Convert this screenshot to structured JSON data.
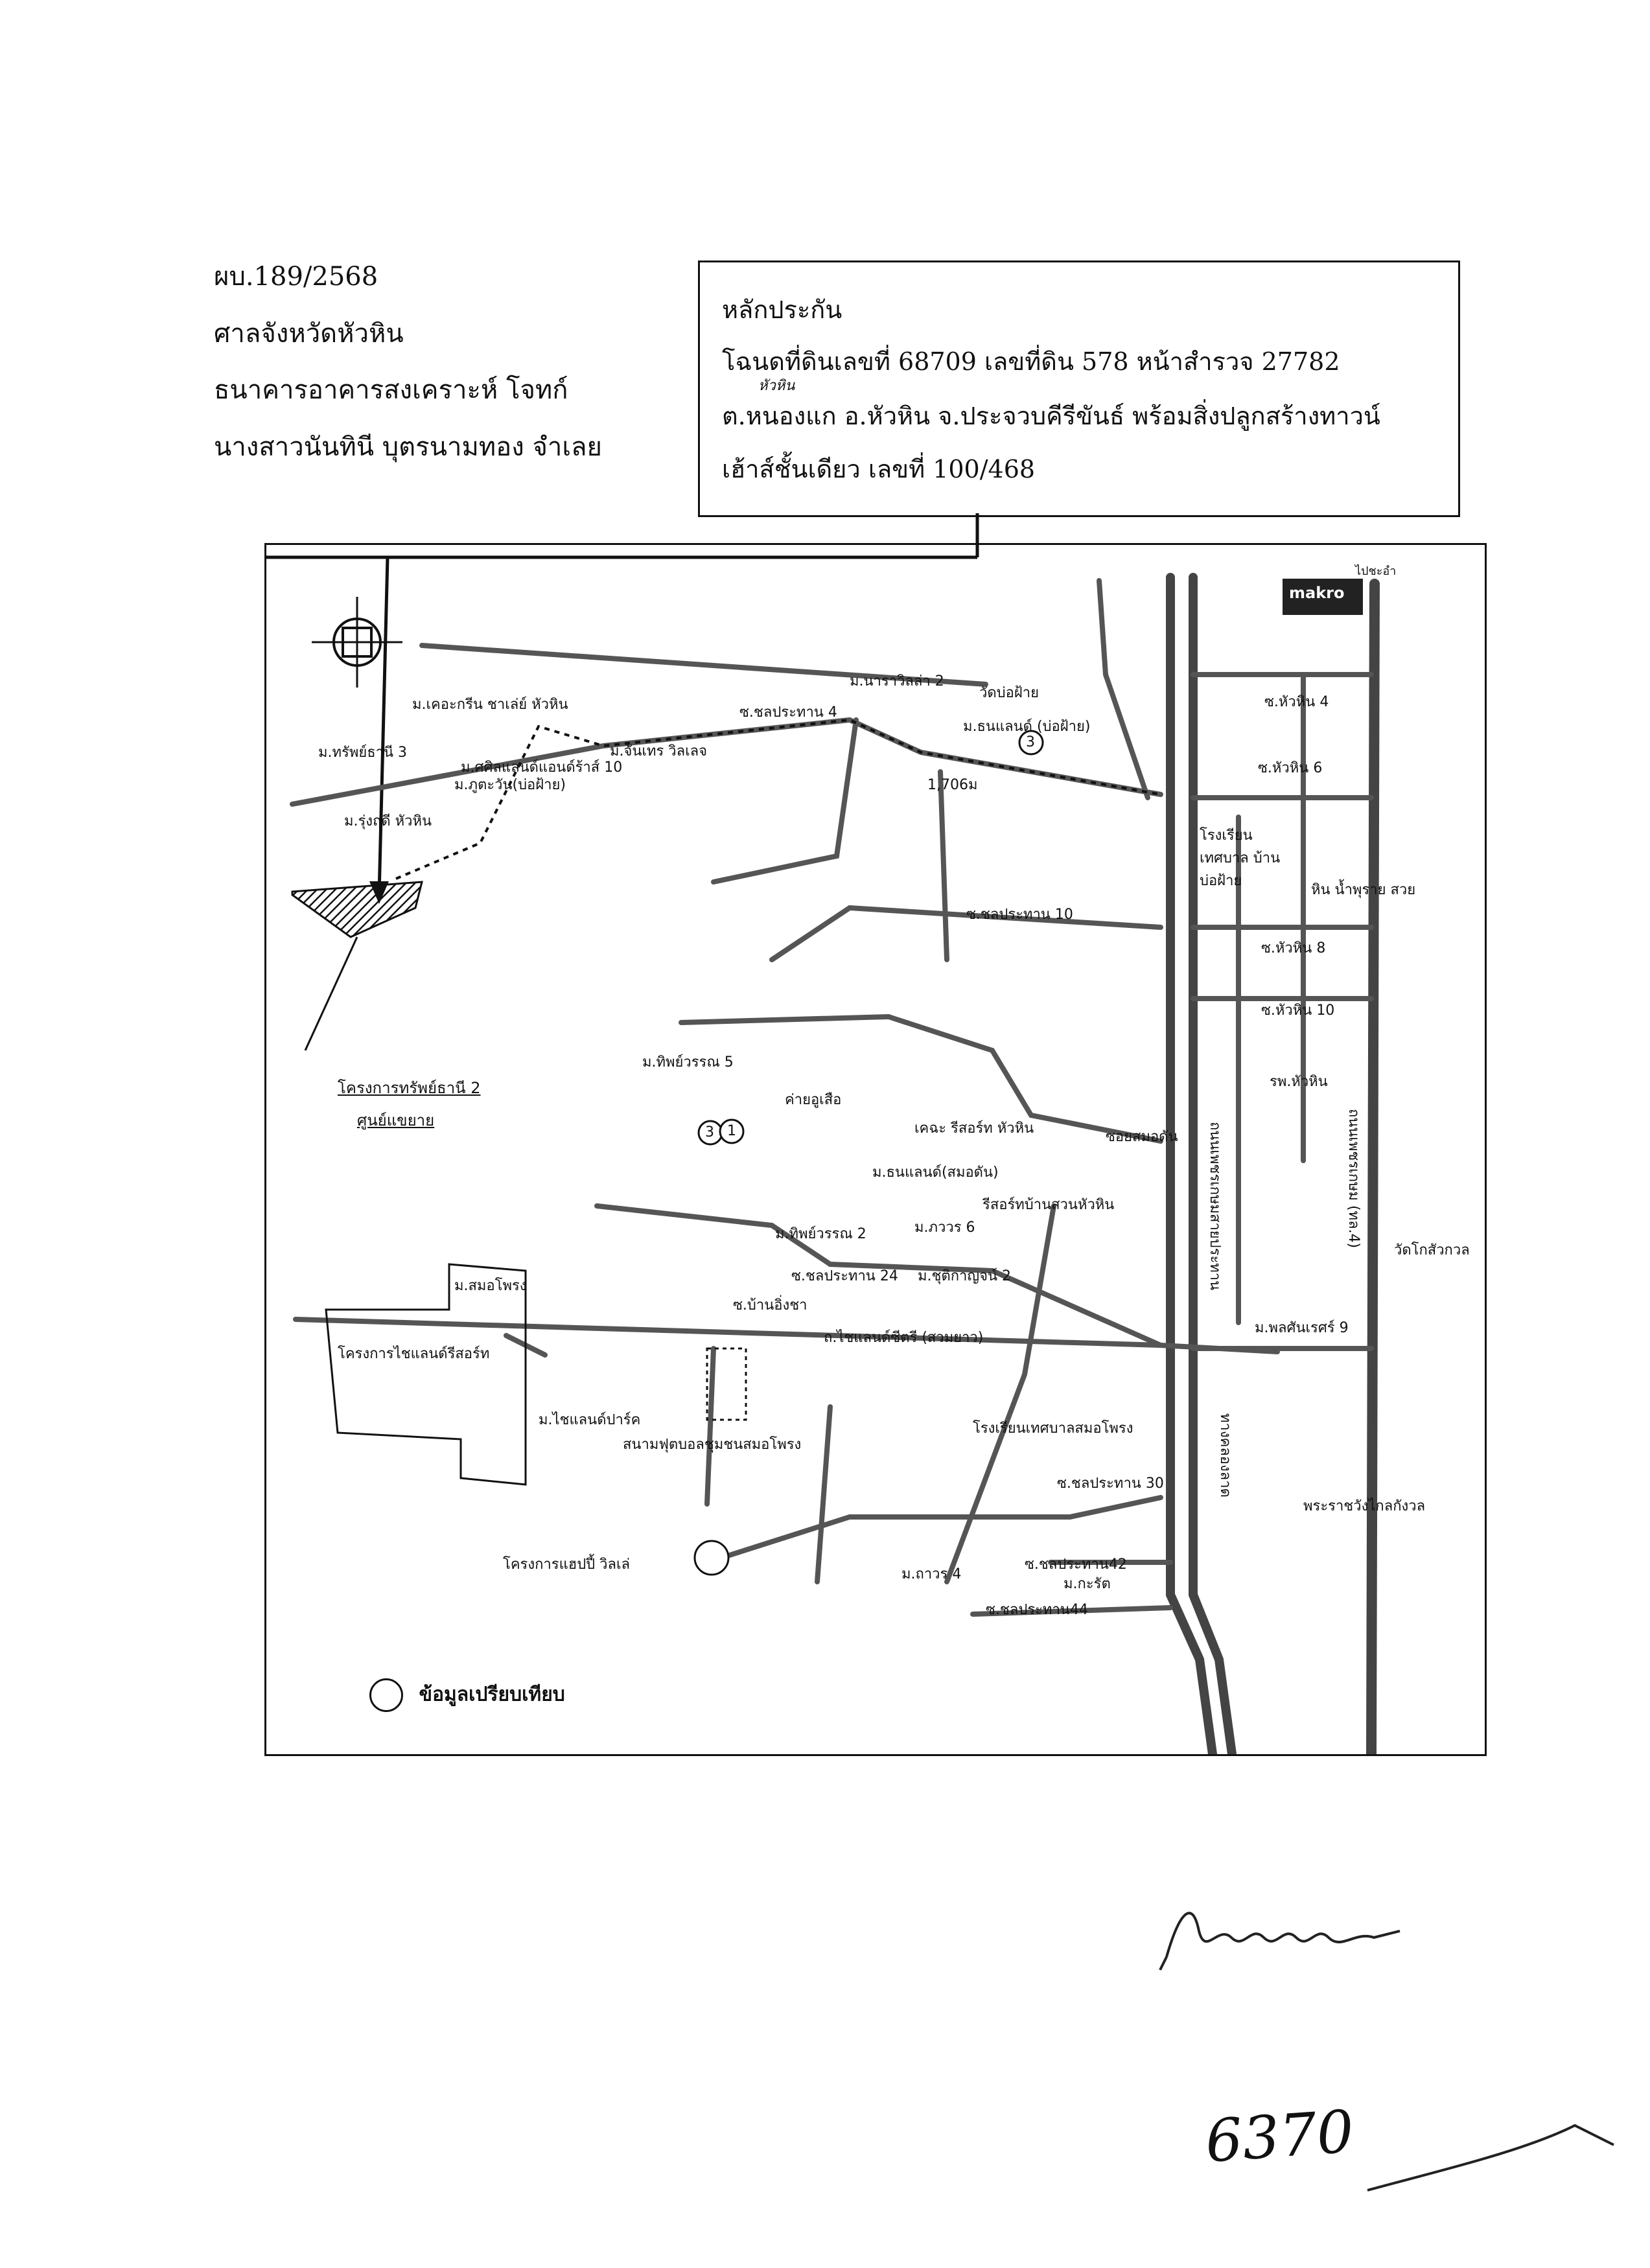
{
  "header": {
    "case_no": "ผบ.189/2568",
    "court": "ศาลจังหวัดหัวหิน",
    "plaintiff": "ธนาคารอาคารสงเคราะห์    โจทก์",
    "defendant": "นางสาวนันทินี บุตรนามทอง จำเลย"
  },
  "collateral": {
    "title": "หลักประกัน",
    "line1": "โฉนดที่ดินเลขที่ 68709 เลขที่ดิน 578 หน้าสำรวจ 27782",
    "line2_correction": "หัวหิน",
    "line2": "ต.หนองแก อ.หัวหิน จ.ประจวบคีรีขันธ์ พร้อมสิ่งปลูกสร้างทาวน์",
    "line3": "เฮ้าส์ชั้นเดียว เลขที่ 100/468"
  },
  "map": {
    "labels": [
      "makro",
      "ไปชะอำ",
      "ม.นาราวิลล่า 2",
      "วัดบ่อฝ้าย",
      "ซ.ชลประทาน 4",
      "ม.ธนแลนด์ (บ่อฝ้าย)",
      "ม.เคอะกรีน ชาเล่ย์ หัวหิน",
      "ม.ทรัพย์ธานี 3",
      "ม.จันเทร วิลเลจ",
      "ม.ศศิลแลนด์แอนด์ร้าส์ 10",
      "ม.ภูตะวัน(บ่อฝ้าย)",
      "ม.รุ่งฤดี หัวหิน",
      "1,706ม",
      "ซ.หัวหิน 4",
      "ซ.หัวหิน 6",
      "โรงเรียนเทศบาล บ้านบ่อฝ้าย",
      "หิน น้ำพุราย สวย",
      "ซ.ชลประทาน 10",
      "ซ.หัวหิน 8",
      "ซ.หัวหิน 10",
      "รพ.หัวหิน",
      "โครงการทรัพย์ธานี 2",
      "ศูนย์แขยาย",
      "ม.ทิพย์วรรณ 5",
      "ค่ายอูเสือ",
      "เคฉะ รีสอร์ท หัวหิน",
      "ซอยสมอดัน",
      "ม.ธนแลนด์(สมอดัน)",
      "รีสอร์ทบ้านสวนหัวหิน",
      "ถนนเพชรเกษมสายประทาน",
      "ถนนเพชรเกษม (ทล.4)",
      "ม.ทิพย์วรรณ 2",
      "ม.ภววร 6",
      "ซ.ชลประทาน 24",
      "ม.ชุติกาญจน์ 2",
      "ม.สมอโพรง",
      "ซ.บ้านอิ่งชา",
      "ถ.ไชแลนด์ซีตรี (สวมยาว)",
      "ม.พลศันเรศร์ 9",
      "วัดโกสัวกวล",
      "โครงการไชแลนด์รีสอร์ท",
      "ม.ไชแลนด์ปาร์ค",
      "สนามฟุตบอลชุมชนสมอโพรง",
      "โรงเรียนเทศบาลสมอโพรง",
      "ซ.ชลประทาน 30",
      "ทางคลองลาด",
      "พระราชวังไกลกังวล",
      "โครงการแฮปปี้ วิลเล่",
      "ม.ถาวร 4",
      "ซ.ชลประทาน42",
      "ม.กะรัต",
      "ซ.ชลประทาน44"
    ],
    "markers": [
      "3",
      "3",
      "1"
    ],
    "legend": "ข้อมูลเปรียบเทียบ"
  },
  "page_number": "6370"
}
